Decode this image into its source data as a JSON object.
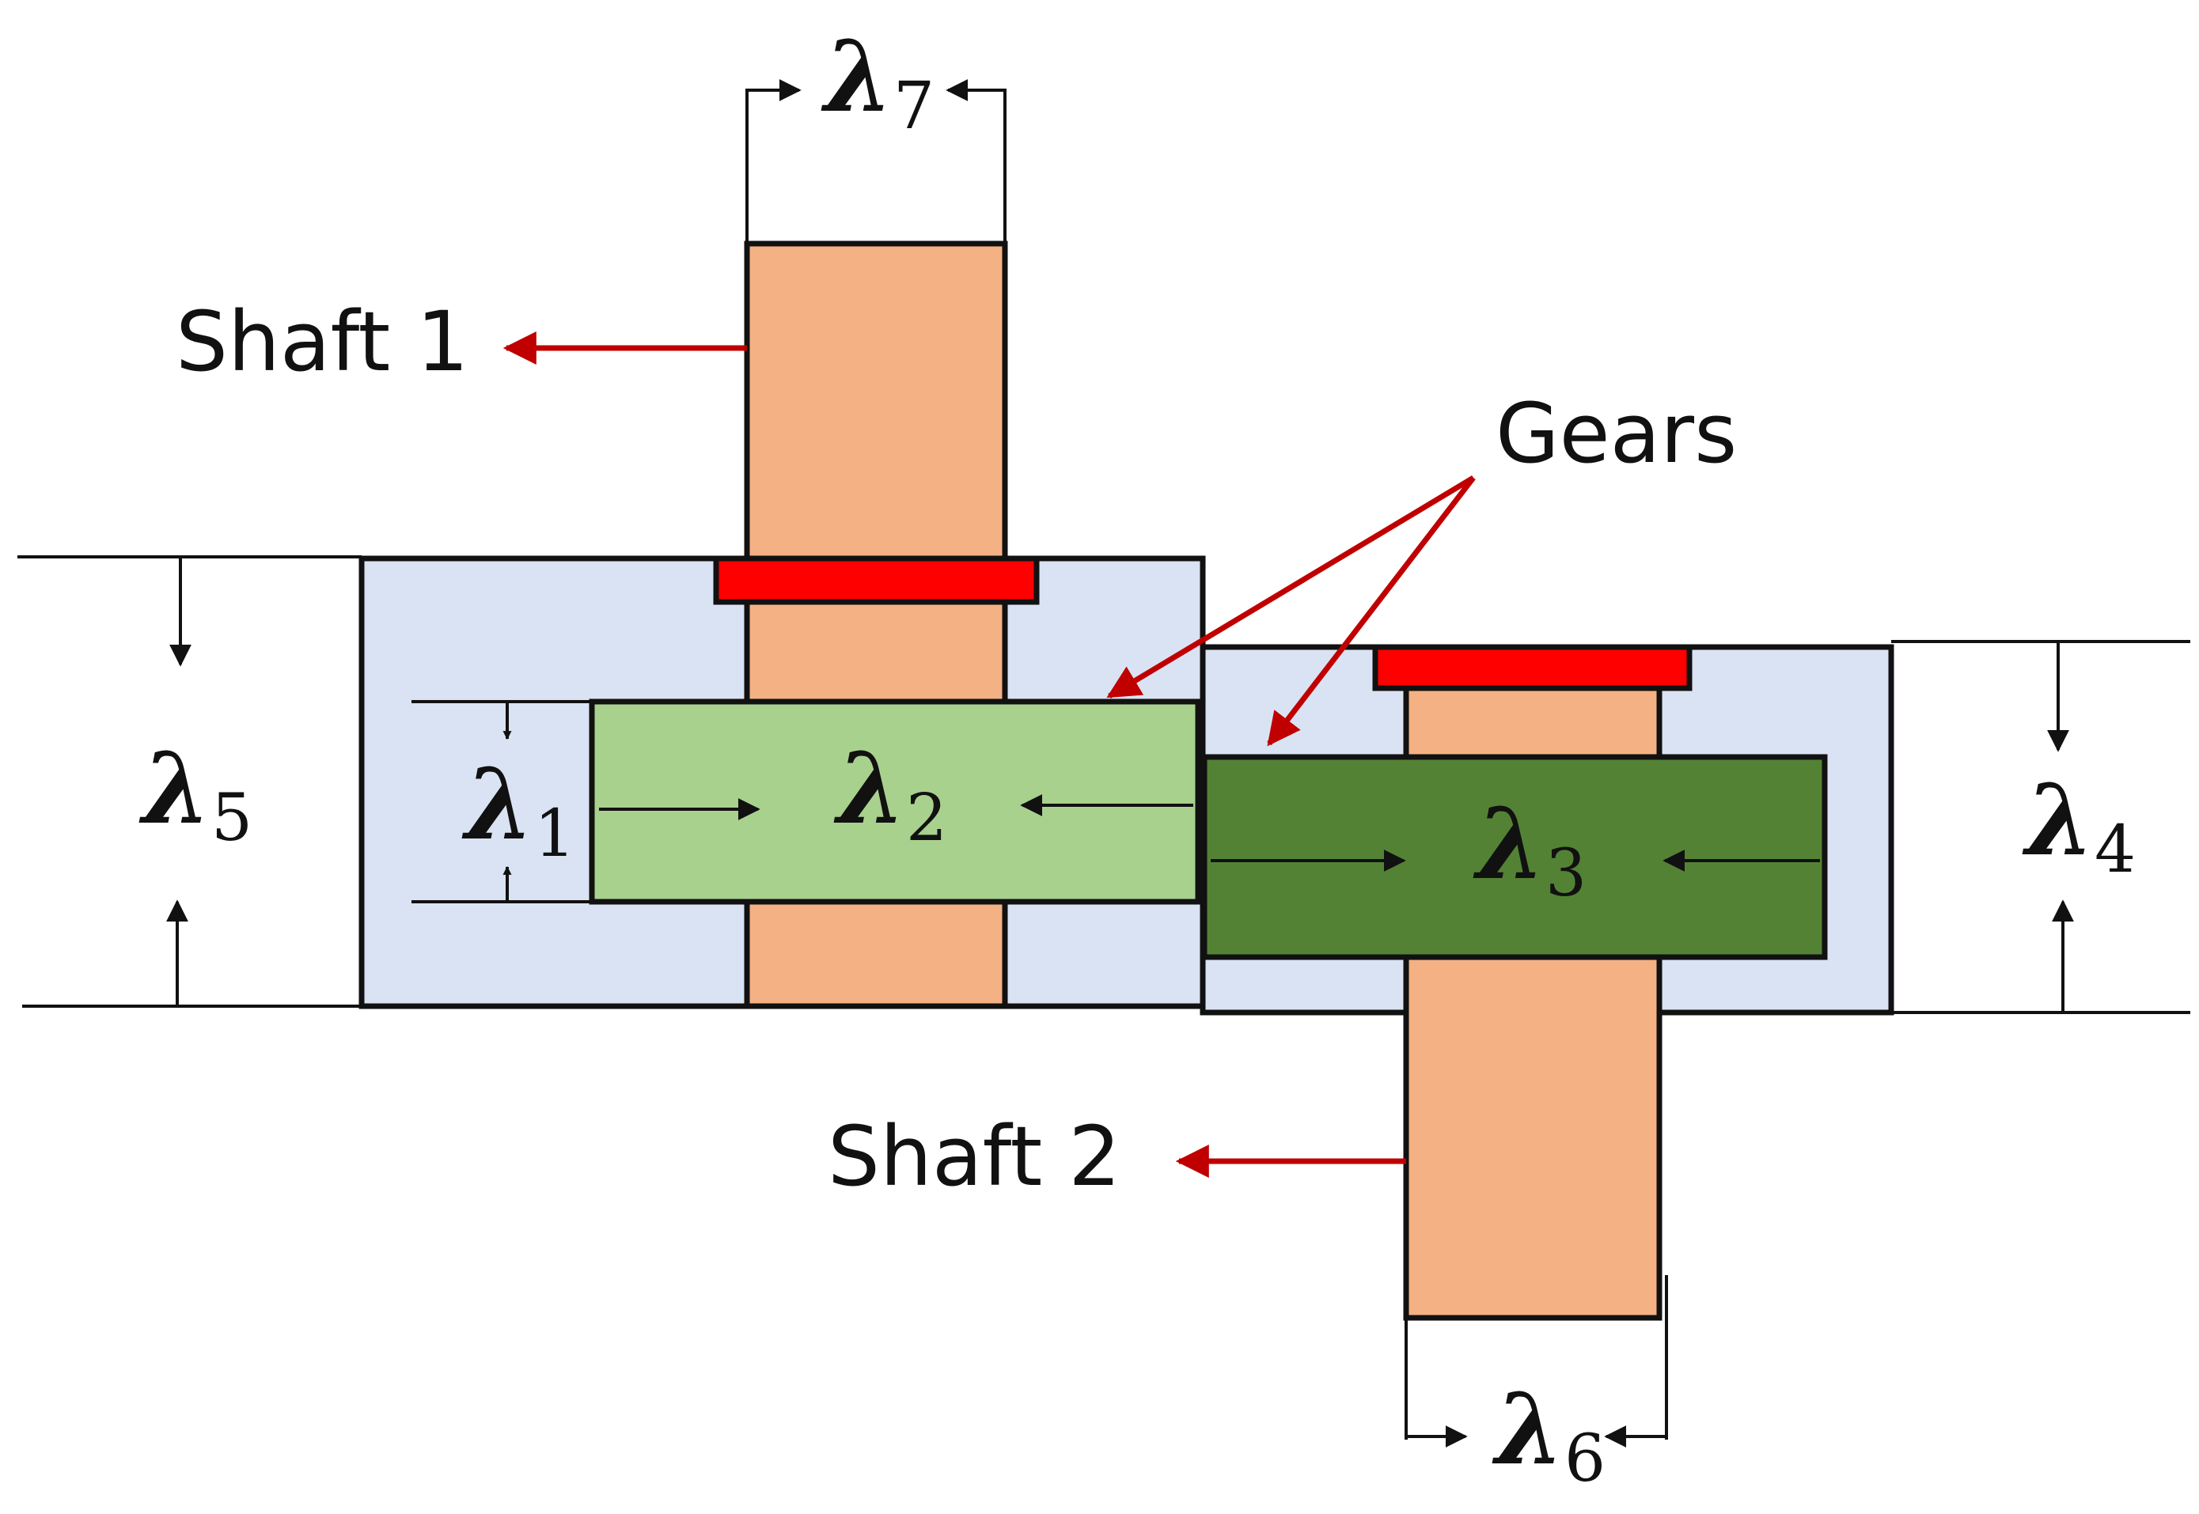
{
  "labels": {
    "shaft1": "Shaft 1",
    "shaft2": "Shaft 2",
    "gears": "Gears"
  },
  "dimensions": {
    "l1": {
      "symbol": "λ",
      "subscript": "1"
    },
    "l2": {
      "symbol": "λ",
      "subscript": "2"
    },
    "l3": {
      "symbol": "λ",
      "subscript": "3"
    },
    "l4": {
      "symbol": "λ",
      "subscript": "4"
    },
    "l5": {
      "symbol": "λ",
      "subscript": "5"
    },
    "l6": {
      "symbol": "λ",
      "subscript": "6"
    },
    "l7": {
      "symbol": "λ",
      "subscript": "7"
    }
  },
  "colors": {
    "housing": "#dae3f3",
    "shaft": "#f4b183",
    "seal": "#ff0000",
    "gear1": "#a9d18e",
    "gear2": "#548235",
    "leader": "#c00000",
    "line": "#111111"
  }
}
